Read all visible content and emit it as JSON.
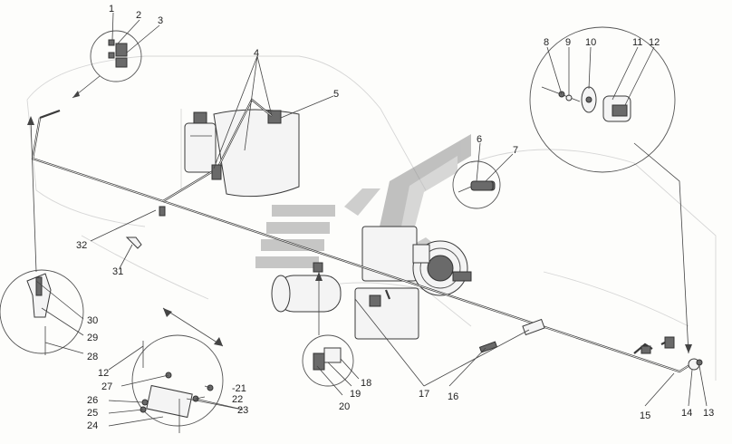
{
  "callouts": [
    {
      "id": "c1",
      "text": "1"
    },
    {
      "id": "c2",
      "text": "2"
    },
    {
      "id": "c3",
      "text": "3"
    },
    {
      "id": "c4",
      "text": "4"
    },
    {
      "id": "c5",
      "text": "5"
    },
    {
      "id": "c6",
      "text": "6"
    },
    {
      "id": "c7",
      "text": "7"
    },
    {
      "id": "c8",
      "text": "8"
    },
    {
      "id": "c9",
      "text": "9"
    },
    {
      "id": "c10",
      "text": "10"
    },
    {
      "id": "c11",
      "text": "11"
    },
    {
      "id": "c12",
      "text": "12"
    },
    {
      "id": "c12b",
      "text": "12"
    },
    {
      "id": "c13",
      "text": "13"
    },
    {
      "id": "c14",
      "text": "14"
    },
    {
      "id": "c15",
      "text": "15"
    },
    {
      "id": "c16",
      "text": "16"
    },
    {
      "id": "c17",
      "text": "17"
    },
    {
      "id": "c18",
      "text": "18"
    },
    {
      "id": "c19",
      "text": "19"
    },
    {
      "id": "c20",
      "text": "20"
    },
    {
      "id": "c21",
      "text": "-21"
    },
    {
      "id": "c22",
      "text": "22"
    },
    {
      "id": "c23",
      "text": "23"
    },
    {
      "id": "c24",
      "text": "24"
    },
    {
      "id": "c25",
      "text": "25"
    },
    {
      "id": "c26",
      "text": "26"
    },
    {
      "id": "c27",
      "text": "27"
    },
    {
      "id": "c28",
      "text": "28"
    },
    {
      "id": "c29",
      "text": "29"
    },
    {
      "id": "c30",
      "text": "30"
    },
    {
      "id": "c31",
      "text": "31"
    },
    {
      "id": "c32",
      "text": "32"
    }
  ],
  "colors": {
    "line": "#444444",
    "watermark": "#9a9a9a",
    "background": "#fdfdfb"
  }
}
